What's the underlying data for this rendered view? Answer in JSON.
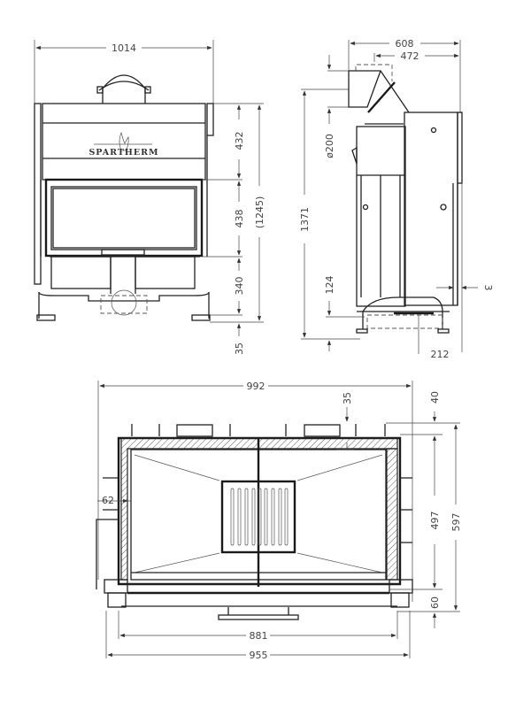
{
  "front_view": {
    "brand_label": "SPARTHERM",
    "dimensions": {
      "total_width": "1014",
      "top_section_height": "432",
      "door_height": "438",
      "overall_height_ref": "(1245)",
      "base_height": "340",
      "feet_height": "35"
    }
  },
  "side_view": {
    "dimensions": {
      "depth_total": "608",
      "flue_offset": "472",
      "flue_diameter": "ø200",
      "total_height": "1371",
      "air_inlet_height": "124",
      "side_gap": "3",
      "bottom_depth": "212"
    }
  },
  "plan_view": {
    "dimensions": {
      "total_width": "992",
      "top_insulation": "35",
      "top_offset": "40",
      "side_wall": "62",
      "inner_depth": "497",
      "total_depth": "597",
      "front_depth": "60",
      "inner_width": "881",
      "outer_width": "955"
    }
  }
}
